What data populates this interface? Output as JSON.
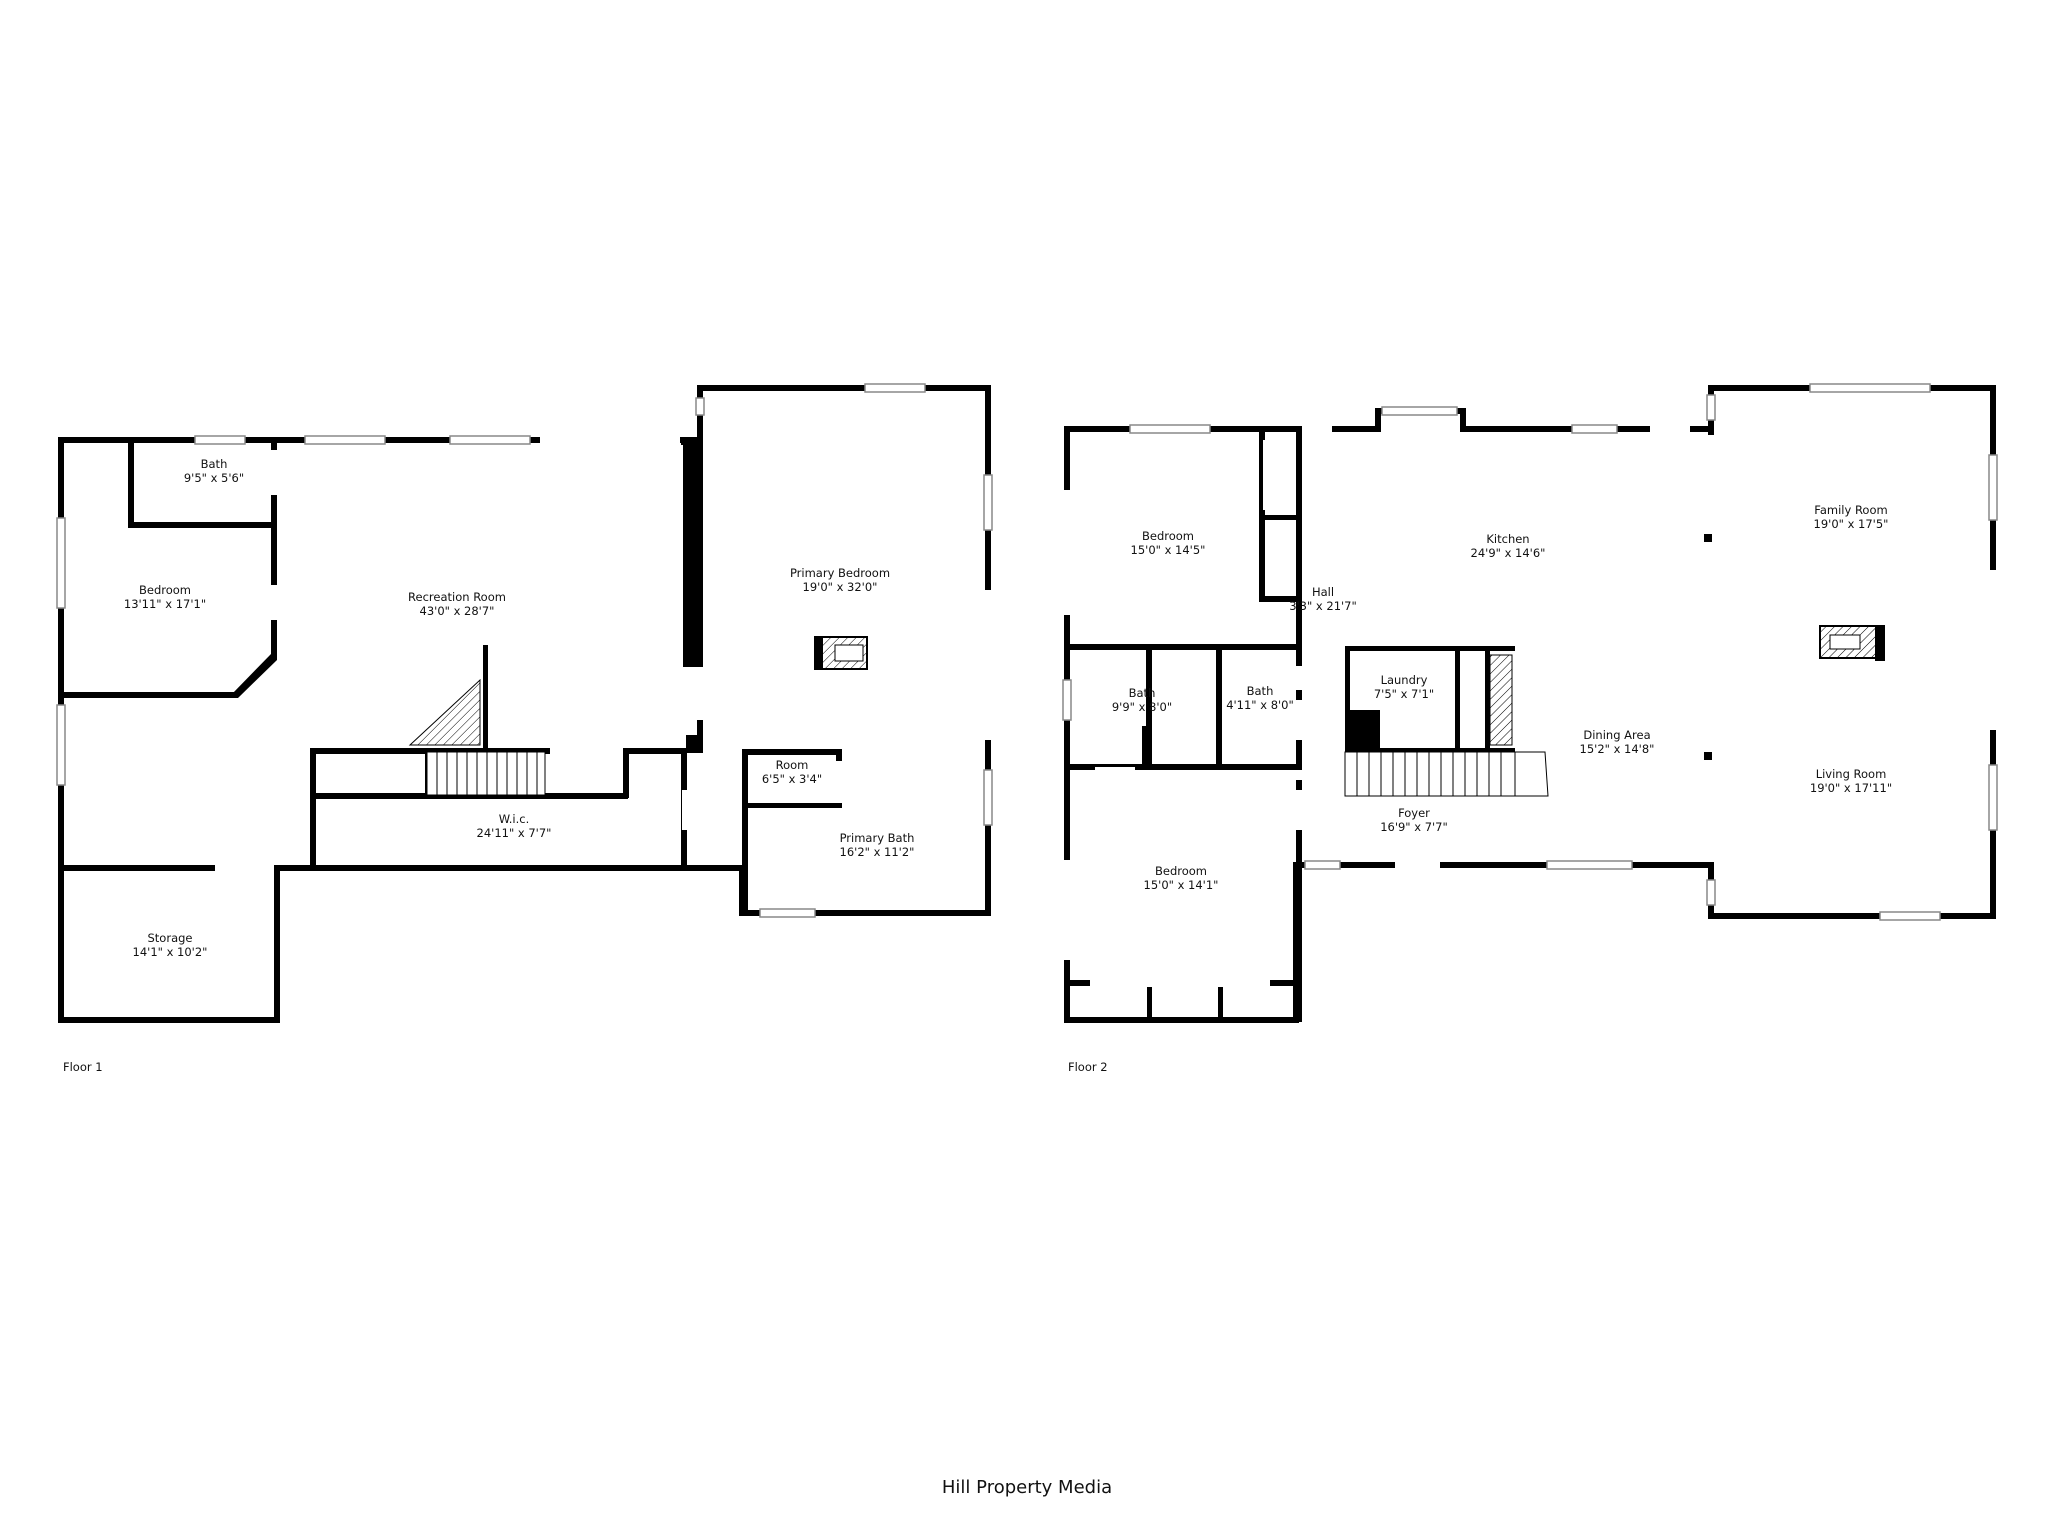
{
  "floors": [
    {
      "label": "Floor 1",
      "rooms": [
        {
          "id": "bath-1",
          "name": "Bath",
          "dims": "9'5\" x 5'6\""
        },
        {
          "id": "bedroom-1",
          "name": "Bedroom",
          "dims": "13'11\" x 17'1\""
        },
        {
          "id": "recreation-room",
          "name": "Recreation Room",
          "dims": "43'0\" x 28'7\""
        },
        {
          "id": "primary-bedroom",
          "name": "Primary Bedroom",
          "dims": "19'0\" x 32'0\""
        },
        {
          "id": "room-small",
          "name": "Room",
          "dims": "6'5\" x 3'4\""
        },
        {
          "id": "wic",
          "name": "W.i.c.",
          "dims": "24'11\" x 7'7\""
        },
        {
          "id": "primary-bath",
          "name": "Primary Bath",
          "dims": "16'2\" x 11'2\""
        },
        {
          "id": "storage",
          "name": "Storage",
          "dims": "14'1\" x 10'2\""
        }
      ]
    },
    {
      "label": "Floor 2",
      "rooms": [
        {
          "id": "bedroom-2a",
          "name": "Bedroom",
          "dims": "15'0\" x 14'5\""
        },
        {
          "id": "kitchen",
          "name": "Kitchen",
          "dims": "24'9\" x 14'6\""
        },
        {
          "id": "family-room",
          "name": "Family Room",
          "dims": "19'0\" x 17'5\""
        },
        {
          "id": "hall",
          "name": "Hall",
          "dims": "3'3\" x 21'7\""
        },
        {
          "id": "bath-2a",
          "name": "Bath",
          "dims": "9'9\" x 8'0\""
        },
        {
          "id": "bath-2b",
          "name": "Bath",
          "dims": "4'11\" x 8'0\""
        },
        {
          "id": "laundry",
          "name": "Laundry",
          "dims": "7'5\" x 7'1\""
        },
        {
          "id": "dining-area",
          "name": "Dining Area",
          "dims": "15'2\" x 14'8\""
        },
        {
          "id": "living-room",
          "name": "Living Room",
          "dims": "19'0\" x 17'11\""
        },
        {
          "id": "foyer",
          "name": "Foyer",
          "dims": "16'9\" x 7'7\""
        },
        {
          "id": "bedroom-2b",
          "name": "Bedroom",
          "dims": "15'0\" x 14'1\""
        }
      ]
    }
  ],
  "credit": "Hill Property Media",
  "colors": {
    "wall": "#000000",
    "background": "#ffffff",
    "window": "#888888"
  }
}
